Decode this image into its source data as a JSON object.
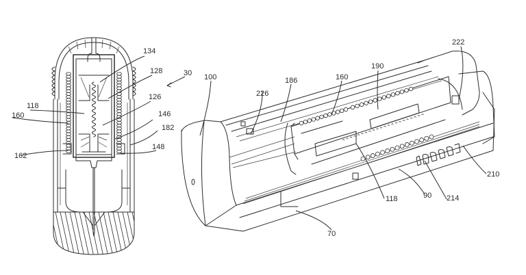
{
  "figure": {
    "type": "patent-drawing",
    "description": "Auto-injector device: longitudinal cross-section (left) and perspective cutaway view (right)",
    "colors": {
      "line": "#2a2a2a",
      "background": "#ffffff"
    }
  },
  "left_view": {
    "name": "cross-section",
    "labels": [
      {
        "id": "134",
        "text": "134"
      },
      {
        "id": "128",
        "text": "128"
      },
      {
        "id": "126",
        "text": "126"
      },
      {
        "id": "118",
        "text": "118"
      },
      {
        "id": "160",
        "text": "160"
      },
      {
        "id": "146",
        "text": "146"
      },
      {
        "id": "182",
        "text": "182"
      },
      {
        "id": "162",
        "text": "162"
      },
      {
        "id": "148",
        "text": "148"
      }
    ]
  },
  "assembly_label": {
    "text": "30"
  },
  "right_view": {
    "name": "perspective-cutaway",
    "labels": [
      {
        "id": "222",
        "text": "222"
      },
      {
        "id": "100",
        "text": "100"
      },
      {
        "id": "226",
        "text": "226"
      },
      {
        "id": "186",
        "text": "186"
      },
      {
        "id": "160",
        "text": "160"
      },
      {
        "id": "190",
        "text": "190"
      },
      {
        "id": "118",
        "text": "118"
      },
      {
        "id": "90",
        "text": "90"
      },
      {
        "id": "214",
        "text": "214"
      },
      {
        "id": "210",
        "text": "210"
      },
      {
        "id": "70",
        "text": "70"
      }
    ]
  }
}
